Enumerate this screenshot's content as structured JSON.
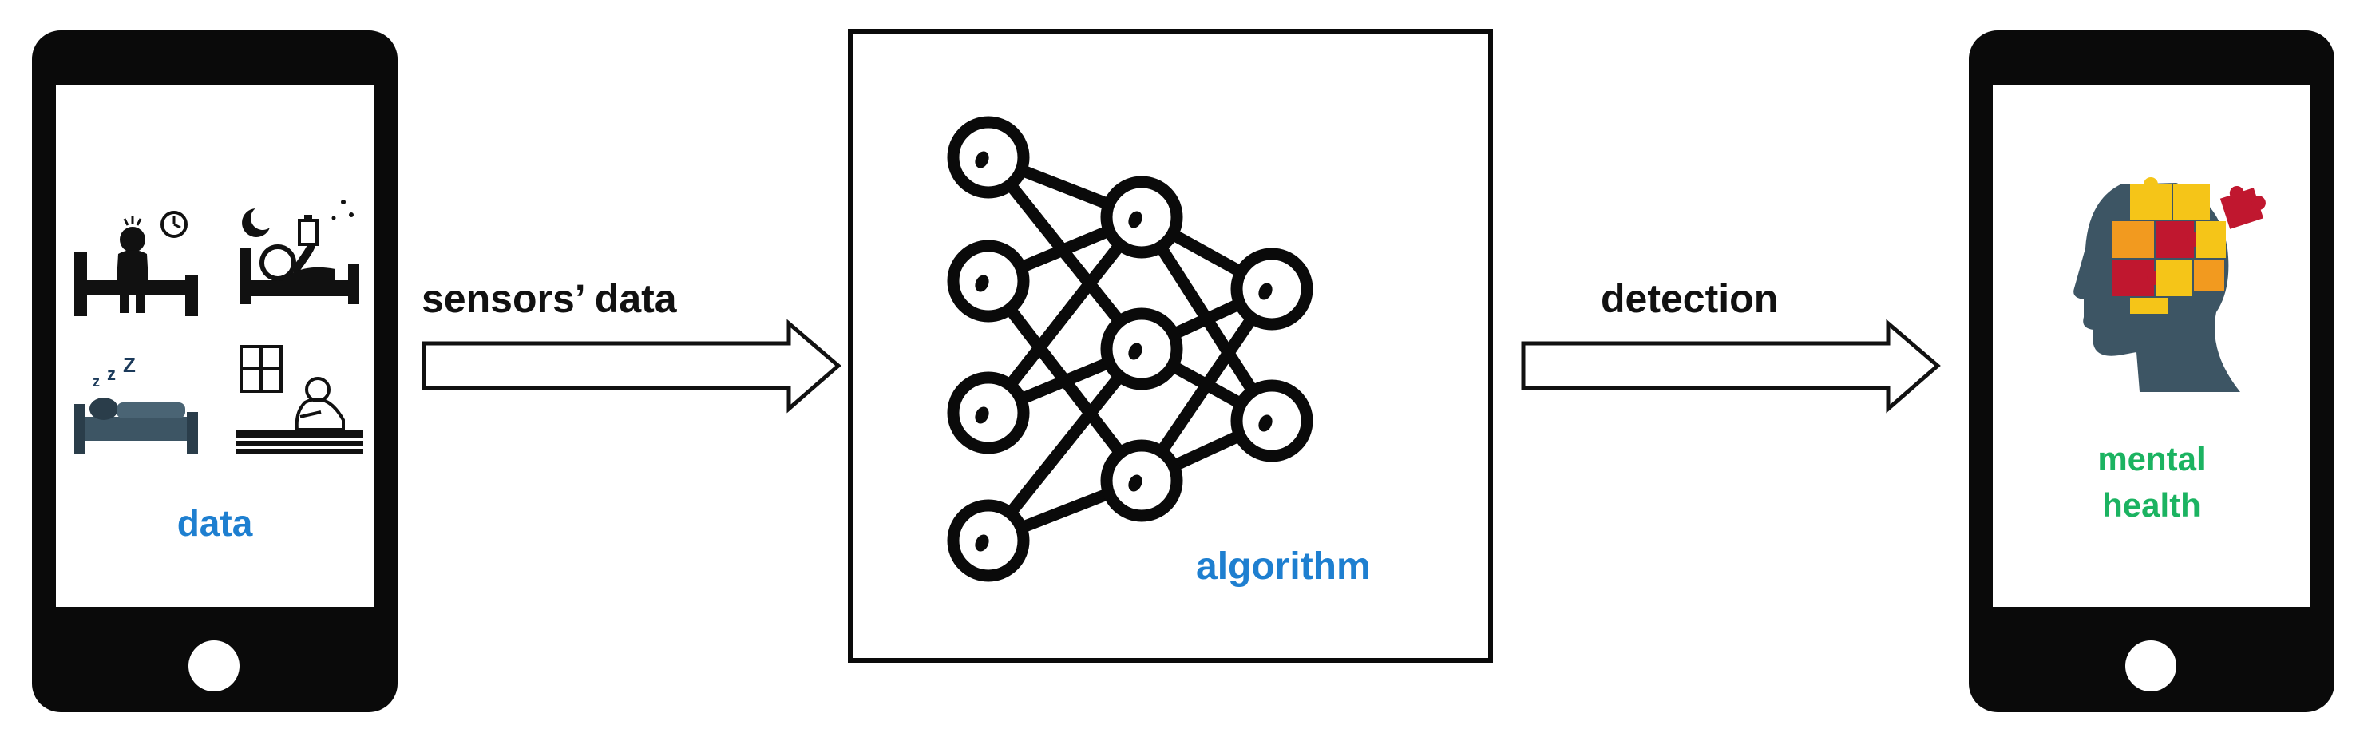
{
  "colors": {
    "accent_blue": "#1e7fd0",
    "accent_green": "#1bb361",
    "head_gray": "#3d5564",
    "puzzle_orange": "#f29a1f",
    "puzzle_yellow": "#f5c518",
    "puzzle_red": "#c0172f"
  },
  "left_phone": {
    "label": "data",
    "icons": [
      "sleepless-alarm-icon",
      "night-wake-icon",
      "sleeping-zzz-icon",
      "sad-window-icon"
    ]
  },
  "arrow_in": {
    "label": "sensors’ data"
  },
  "algorithm_box": {
    "label": "algorithm",
    "icon": "neural-network-icon"
  },
  "arrow_out": {
    "label": "detection"
  },
  "right_phone": {
    "label_line1": "mental",
    "label_line2": "health",
    "icon": "head-puzzle-icon"
  }
}
